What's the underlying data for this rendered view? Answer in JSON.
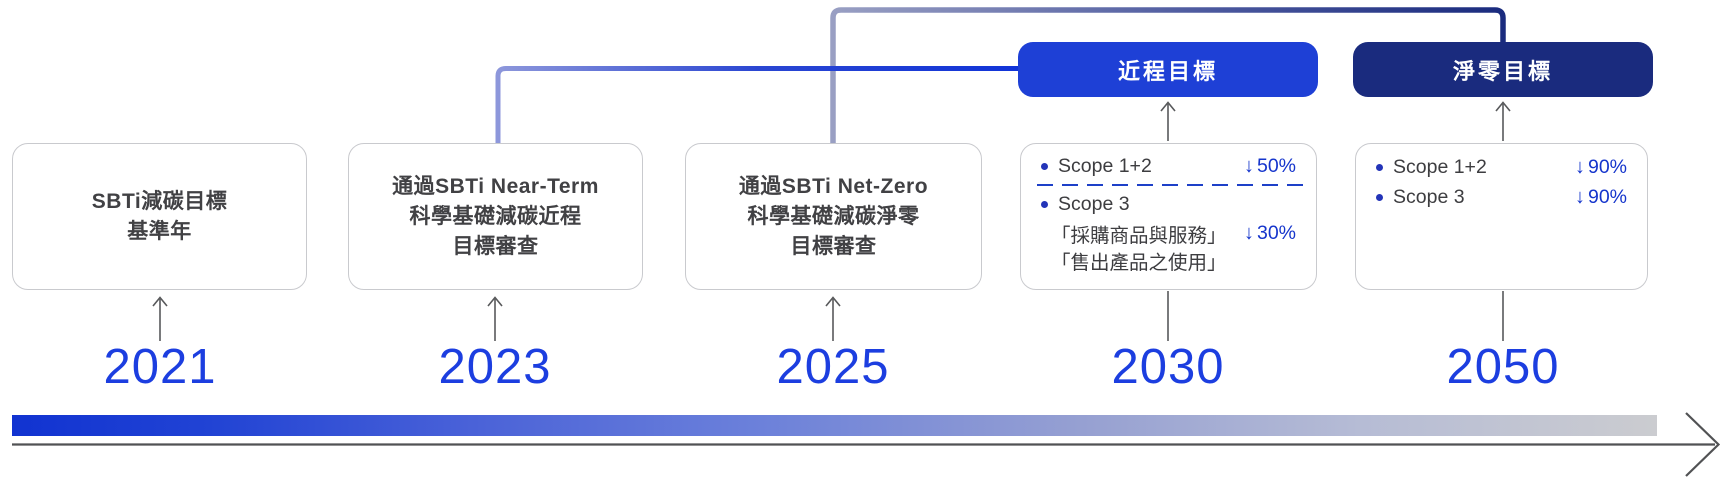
{
  "pills": [
    {
      "label": "近程目標"
    },
    {
      "label": "淨零目標"
    }
  ],
  "boxes": [
    {
      "lines": [
        "SBTi減碳目標",
        "基準年"
      ]
    },
    {
      "lines": [
        "通過SBTi Near-Term",
        "科學基礎減碳近程",
        "目標審查"
      ]
    },
    {
      "lines": [
        "通過SBTi Net-Zero",
        "科學基礎減碳淨零",
        "目標審查"
      ]
    },
    {
      "scope12_label": "Scope 1+2",
      "scope12_value": "50%",
      "scope3_label": "Scope 3",
      "scope3_sub1": "「採購商品與服務」",
      "scope3_sub1_value": "30%",
      "scope3_sub2": "「售出產品之使用」"
    },
    {
      "scope12_label": "Scope 1+2",
      "scope12_value": "90%",
      "scope3_label": "Scope 3",
      "scope3_value": "90%"
    }
  ],
  "years": [
    "2021",
    "2023",
    "2025",
    "2030",
    "2050"
  ],
  "icons": {
    "down_arrow": "↓"
  },
  "colors": {
    "near_term_pill": "#1e40d6",
    "net_zero_pill": "#1a2b7e",
    "reduction_value_blue": "#1535cc",
    "year_blue": "#1c3ee0",
    "box_border": "#c9cace",
    "timeline_bar_start": "#1133d1",
    "timeline_bar_end": "#cbccd0",
    "arrow_gray": "#58595b"
  }
}
